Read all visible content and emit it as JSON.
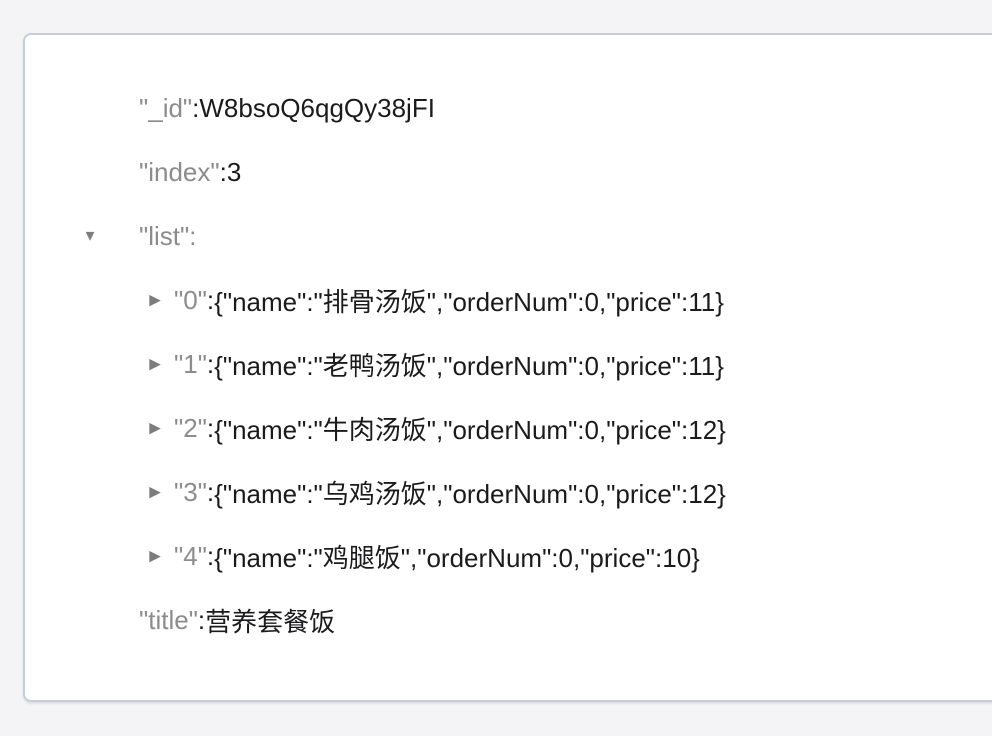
{
  "page": {
    "background": "#f4f4f6"
  },
  "card": {
    "background": "#ffffff",
    "border_color": "#c7cdd8"
  },
  "tree": {
    "colors": {
      "key": "#8c8c8c",
      "value": "#1b1b1d",
      "toggle": "#7d7d7d"
    },
    "colon_char": ":",
    "toggle_icons": {
      "expanded": "▼",
      "collapsed": "▶"
    },
    "rows": [
      {
        "level": 1,
        "toggle": "none",
        "key": "\"_id\"",
        "value": "W8bsoQ6qgQy38jFI"
      },
      {
        "level": 1,
        "toggle": "none",
        "key": "\"index\"",
        "value": "3"
      },
      {
        "level": 1,
        "toggle": "expanded",
        "key": "\"list\"",
        "value": ""
      },
      {
        "level": 2,
        "toggle": "collapsed",
        "key": "\"0\"",
        "value": "{\"name\":\"排骨汤饭\",\"orderNum\":0,\"price\":11}"
      },
      {
        "level": 2,
        "toggle": "collapsed",
        "key": "\"1\"",
        "value": "{\"name\":\"老鸭汤饭\",\"orderNum\":0,\"price\":11}"
      },
      {
        "level": 2,
        "toggle": "collapsed",
        "key": "\"2\"",
        "value": "{\"name\":\"牛肉汤饭\",\"orderNum\":0,\"price\":12}"
      },
      {
        "level": 2,
        "toggle": "collapsed",
        "key": "\"3\"",
        "value": "{\"name\":\"乌鸡汤饭\",\"orderNum\":0,\"price\":12}"
      },
      {
        "level": 2,
        "toggle": "collapsed",
        "key": "\"4\"",
        "value": "{\"name\":\"鸡腿饭\",\"orderNum\":0,\"price\":10}"
      },
      {
        "level": 1,
        "toggle": "none",
        "key": "\"title\"",
        "value": "营养套餐饭"
      }
    ]
  }
}
